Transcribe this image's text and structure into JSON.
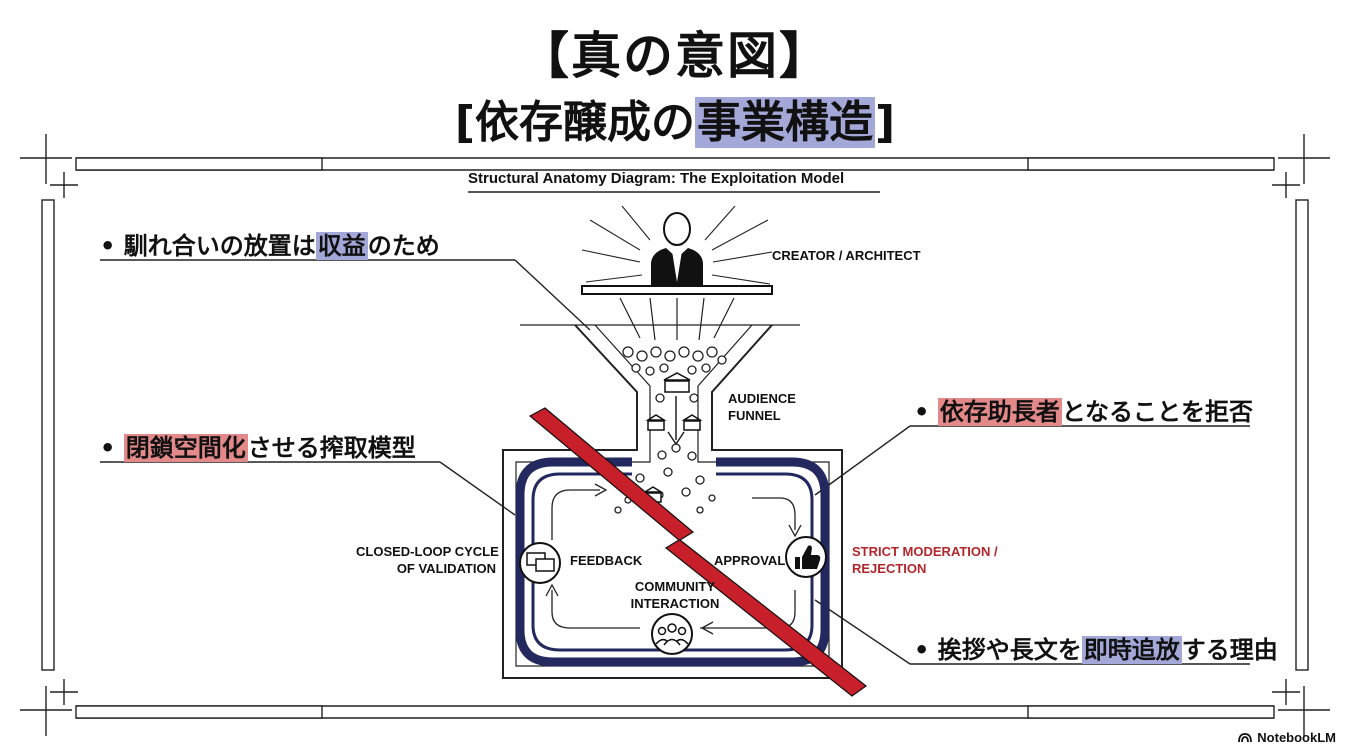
{
  "title_main": "【真の意図】",
  "title_sub_pre": "[依存醸成の",
  "title_sub_highlight": "事業構造",
  "title_sub_post": "]",
  "diagram_title": "Structural Anatomy Diagram: The Exploitation Model",
  "bullets": {
    "b1": {
      "pre": "• 馴れ合いの放置は",
      "hl": "収益",
      "post": "のため"
    },
    "b2": {
      "pre": "• ",
      "hl": "閉鎖空間化",
      "post": "させる搾取模型"
    },
    "b3": {
      "pre": "• ",
      "hl": "依存助長者",
      "post": "となることを拒否"
    },
    "b4": {
      "pre": "• 挨拶や長文を",
      "hl": "即時追放",
      "post": "する理由"
    }
  },
  "labels": {
    "creator": "CREATOR / ARCHITECT",
    "audience_1": "AUDIENCE",
    "audience_2": "FUNNEL",
    "closed_1": "CLOSED-LOOP CYCLE",
    "closed_2": "OF VALIDATION",
    "feedback": "FEEDBACK",
    "approval": "APPROVAL",
    "community_1": "COMMUNITY",
    "community_2": "INTERACTION",
    "strict_1": "STRICT MODERATION /",
    "strict_2": "REJECTION"
  },
  "brand": "NotebookLM",
  "colors": {
    "highlight_blue": "#a4a8d8",
    "highlight_red": "#e3898a",
    "navy": "#23285e",
    "slash_red": "#c8202a",
    "label_red": "#b3262a"
  },
  "icons": [
    "person-icon",
    "feedback-icon",
    "thumbs-up-icon",
    "community-icon",
    "building-icon",
    "notebooklm-logo-icon"
  ]
}
